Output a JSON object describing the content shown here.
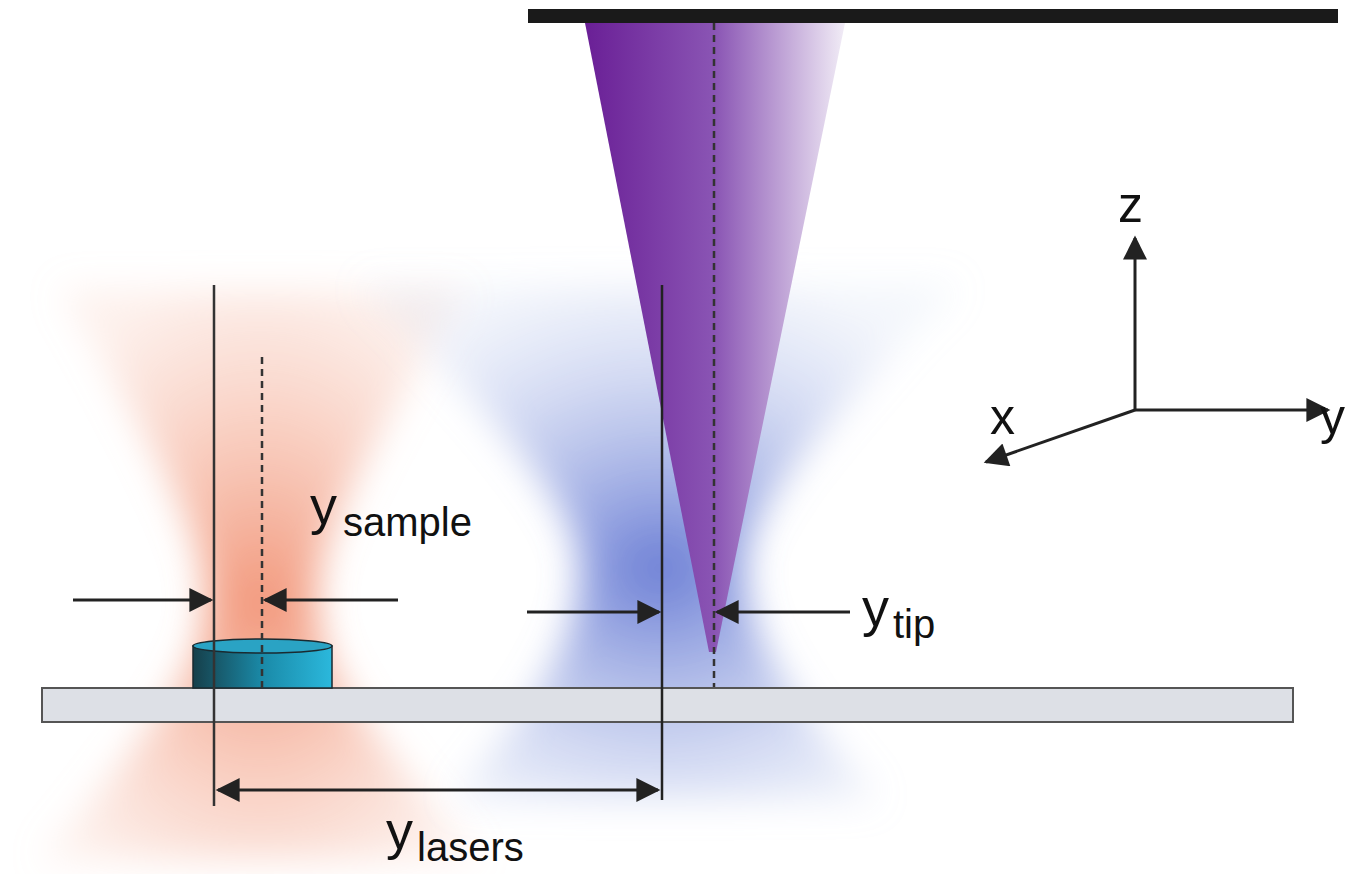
{
  "diagram": {
    "labels": [
      "y",
      "sample",
      "y",
      "tip",
      "y",
      "lasers",
      "z",
      "x",
      "y"
    ]
  }
}
